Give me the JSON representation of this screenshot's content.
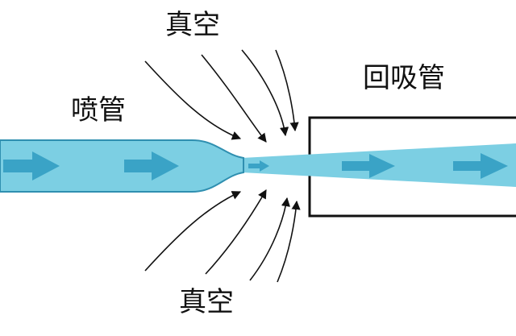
{
  "labels": {
    "vacuum_top": "真空",
    "vacuum_bottom": "真空",
    "nozzle": "喷管",
    "return_tube": "回吸管"
  },
  "colors": {
    "fluid_fill": "#7ccfe3",
    "fluid_edge": "#2f8fb0",
    "arrow": "#3aa3c6",
    "tube_stroke": "#111111",
    "suction_stroke": "#111111",
    "background": "#ffffff"
  }
}
